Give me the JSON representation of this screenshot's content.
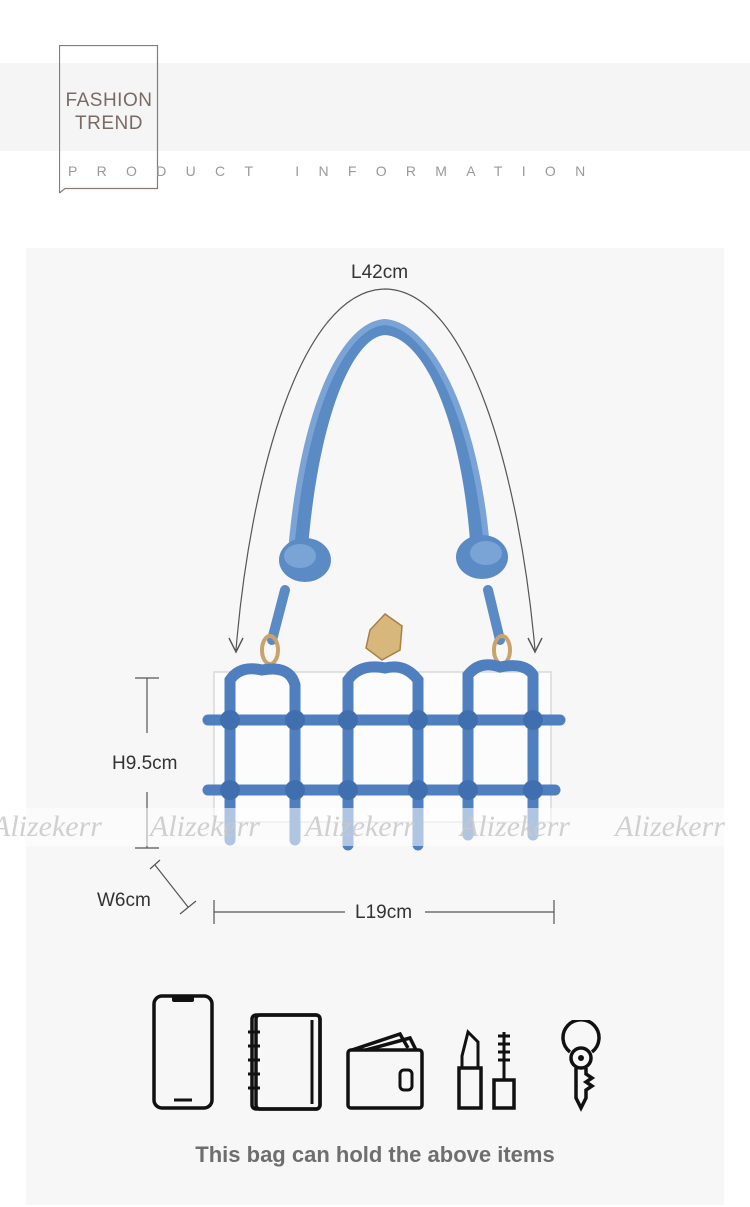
{
  "header": {
    "title_line1": "FASHION",
    "title_line2": "TREND",
    "subtitle": "PRODUCT   INFORMATION"
  },
  "dimensions": {
    "strap_length": "L42cm",
    "height": "H9.5cm",
    "width": "W6cm",
    "length": "L19cm"
  },
  "watermark": "Alizekerr",
  "items": {
    "icons": [
      "phone-icon",
      "notebook-icon",
      "wallet-icon",
      "lipstick-mascara-icon",
      "key-icon"
    ]
  },
  "caption": "This bag can hold the above items",
  "colors": {
    "bag_blue": "#5b8bc4",
    "frame_brown": "#8a7a74",
    "band_gray": "#f5f5f5"
  }
}
